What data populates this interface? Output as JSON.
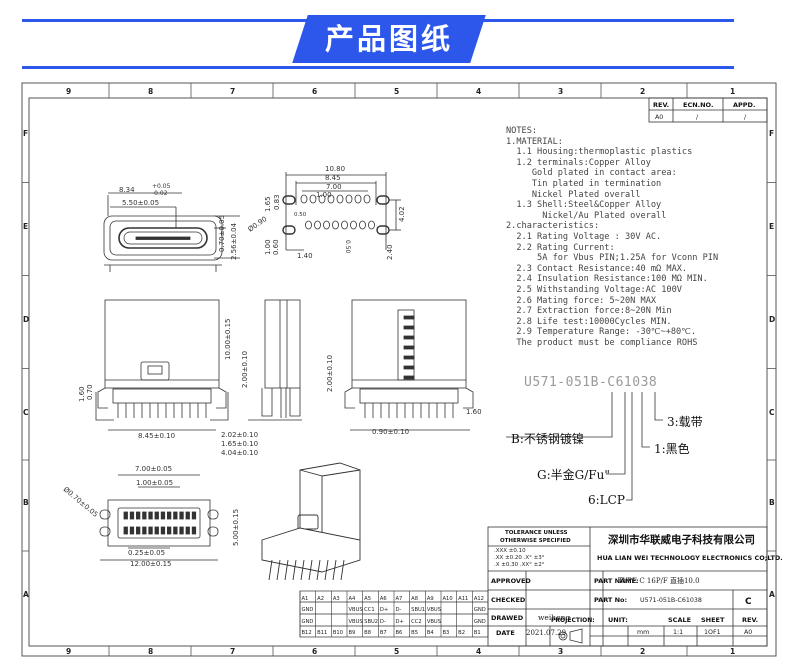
{
  "banner": {
    "title": "产品图纸"
  },
  "grid": {
    "columns": [
      "9",
      "8",
      "7",
      "6",
      "5",
      "4",
      "3",
      "2",
      "1"
    ],
    "rows": [
      "F",
      "E",
      "D",
      "C",
      "B",
      "A"
    ]
  },
  "revision": {
    "headers": [
      "REV.",
      "ECN.NO.",
      "APPD."
    ],
    "values": [
      "A0",
      "/",
      "/"
    ]
  },
  "notes": [
    "NOTES:",
    "1.MATERIAL:",
    "  1.1 Housing:thermoplastic plastics",
    "  1.2 terminals:Copper Alloy",
    "     Gold plated in contact area:",
    "     Tin plated in termination",
    "     Nickel Plated overall",
    "  1.3 Shell:Steel&Copper Alloy",
    "       Nickel/Au Plated overall",
    "2.characteristics:",
    "  2.1 Rating Voltage : 30V AC.",
    "  2.2 Rating Current:",
    "      5A for Vbus PIN;1.25A for Vconn PIN",
    "  2.3 Contact Resistance:40 mΩ MAX.",
    "  2.4 Insulation Resistance:100 MΩ MIN.",
    "  2.5 Withstanding Voltage:AC 100V",
    "  2.6 Mating force: 5~20N MAX",
    "  2.7 Extraction force:8~20N Min",
    "  2.8 Life test:10000Cycles MIN.",
    "  2.9 Temperature Range: -30℃~+80℃.",
    "  The product must be compliance ROHS"
  ],
  "part_code": "U571-051B-C61038",
  "callouts": {
    "c3": "3:载带",
    "c1": "1:黑色",
    "b": "B:不锈钢镀镍",
    "g": "G:半金G/Fu\"",
    "lcp": "6:LCP"
  },
  "dims": {
    "d10_80": "10.80",
    "d8_45": "8.45",
    "d7_00t": "7.00",
    "d1_00": "1.00",
    "d0_50": "0.50",
    "d1_65": "1.65",
    "d0_83": "0.83",
    "d4_02": "4.02",
    "d2_40": "2.40",
    "d0_60": "0.60",
    "d1_00b": "1.00",
    "d1_40": "1.40",
    "d0_90": "Ø0.90",
    "d0_50b": "0.50",
    "d8_34": "8.34",
    "d8_34tol": "+0.05",
    "d8_34tol2": "-0.02",
    "d5_50": "5.50±0.05",
    "d0_70": "0.70±0.05",
    "d2_56": "2.56±0.04",
    "d10_00": "10.00±0.15",
    "d1_60": "1.60",
    "d0_70b": "0.70",
    "d8_45b": "8.45±0.10",
    "d2_00": "2.00±0.10",
    "d2_02": "2.02±0.10",
    "d1_65b": "1.65±0.10",
    "d4_04": "4.04±0.10",
    "d2_00b": "2.00±0.10",
    "d0_90b": "0.90±0.10",
    "d1_60b": "1.60",
    "d7_00": "7.00±0.05",
    "d1_00c": "1.00±0.05",
    "d0_70c": "Ø0.70±0.05",
    "d0_25": "0.25±0.05",
    "d12_00": "12.00±0.15",
    "d5_00": "5.00±0.15"
  },
  "title_block": {
    "tolerance_head": "TOLERANCE UNLESS OTHERWISE SPECIFIED",
    "tol_lines": [
      ".XXX ±0.10",
      ".XX  ±0.20   .X° ±3°",
      ".X   ±0.30   .XX° ±2°"
    ],
    "company_cn": "深圳市华联威电子科技有限公司",
    "company_en": "HUA LIAN WEI TECHNOLOGY ELECTRONICS CO;LTD.",
    "approved": "APPROVED",
    "checked": "CHECKED",
    "drawed": "DRAWED",
    "drawer": "weihong",
    "date_label": "DATE",
    "date": "2021.07.29",
    "part_name_label": "PART NAME:",
    "part_name": "TYPE C 16P/F 直插10.0",
    "part_no_label": "PART No:",
    "part_no": "U571-051B-C61038",
    "part_rev": "C",
    "projection_label": "PROJECTION:",
    "unit_label": "UNIT:",
    "scale_label": "SCALE",
    "sheet_label": "SHEET",
    "rev_label": "REV.",
    "unit": "mm",
    "scale": "1:1",
    "sheet": "1OF1",
    "rev": "A0"
  },
  "pin_table": {
    "row_a": [
      "A1",
      "A2",
      "A3",
      "A4",
      "A5",
      "A6",
      "A7",
      "A8",
      "A9",
      "A10",
      "A11",
      "A12"
    ],
    "row_a_sig": [
      "GND",
      "",
      "",
      "VBUS",
      "CC1",
      "D+",
      "D-",
      "SBU1",
      "VBUS",
      "",
      "",
      "GND"
    ],
    "row_b_sig": [
      "GND",
      "",
      "",
      "VBUS",
      "SBU2",
      "D-",
      "D+",
      "CC2",
      "VBUS",
      "",
      "",
      "GND"
    ],
    "row_b": [
      "B12",
      "B11",
      "B10",
      "B9",
      "B8",
      "B7",
      "B6",
      "B5",
      "B4",
      "B3",
      "B2",
      "B1"
    ]
  }
}
